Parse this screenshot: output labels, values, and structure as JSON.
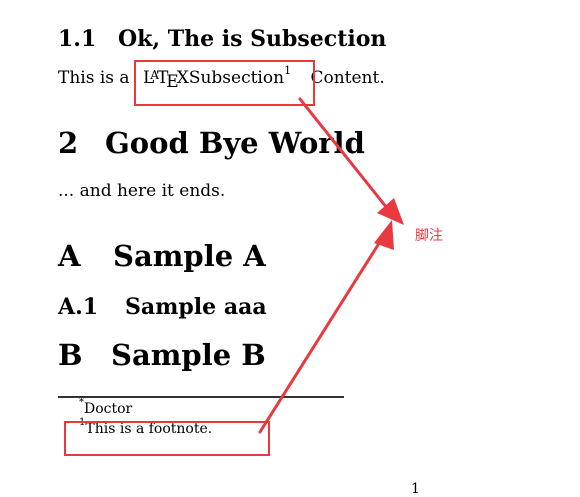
{
  "sections": {
    "s1_1": {
      "num": "1.1",
      "title": "Ok, The is Subsection"
    },
    "s2": {
      "num": "2",
      "title": "Good Bye World"
    },
    "sA": {
      "num": "A",
      "title": "Sample A"
    },
    "sA1": {
      "num": "A.1",
      "title": "Sample aaa"
    },
    "sB": {
      "num": "B",
      "title": "Sample B"
    }
  },
  "para1": {
    "before": "This is a",
    "logo": "LaTeX",
    "after_logo": "Subsection",
    "footnote_mark": "1",
    "end": "Content."
  },
  "para2": "... and here it ends.",
  "footnotes": [
    {
      "mark": "*",
      "text": "Doctor"
    },
    {
      "mark": "1",
      "text": "This is a footnote."
    }
  ],
  "page_number": "1",
  "annotation": {
    "label": "脚注",
    "color": "#e8393f"
  }
}
